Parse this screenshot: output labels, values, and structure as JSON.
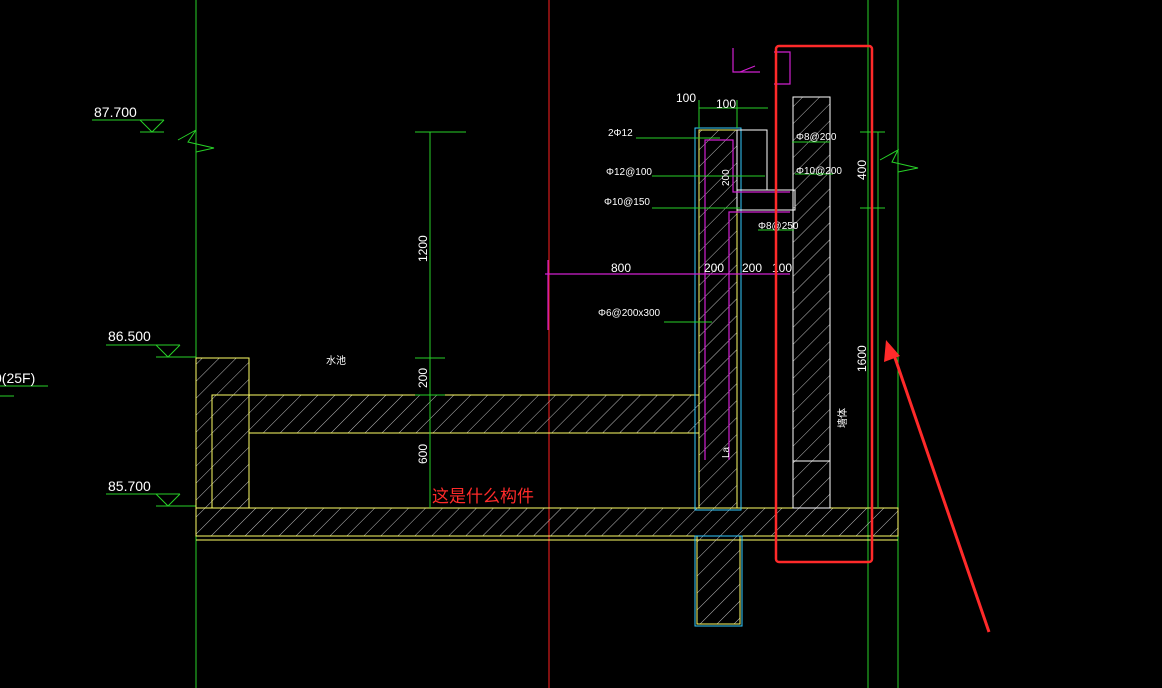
{
  "levels": {
    "l1": "87.700",
    "l2": "86.500",
    "l3": "85.700",
    "floor": "0(25F)"
  },
  "dimensions": {
    "top_100_a": "100",
    "top_100_b": "100",
    "h_800": "800",
    "h_200_a": "200",
    "h_200_b": "200",
    "h_100": "100",
    "v_1200": "1200",
    "v_200": "200",
    "v_600": "600",
    "v_400": "400",
    "v_1600": "1600",
    "v_200_inner": "200"
  },
  "rebar_labels": {
    "r1": "2Φ12",
    "r2": "Φ12@100",
    "r3": "Φ10@150",
    "r4": "Φ6@200x300",
    "r5": "Φ8@200",
    "r6": "Φ10@200",
    "r7": "Φ8@250",
    "la": "La"
  },
  "notes": {
    "pool": "水池",
    "wall": "墙体"
  },
  "annotation": {
    "question": "这是什么构件"
  },
  "colors": {
    "background": "#000000",
    "axis": "#ff2020",
    "grid": "#27d127",
    "outline": "#ffff66",
    "rebar": "#d020d0",
    "highlight": "#ff2a2a",
    "hatch": "#c8c8c8",
    "cyan": "#33ccff"
  }
}
